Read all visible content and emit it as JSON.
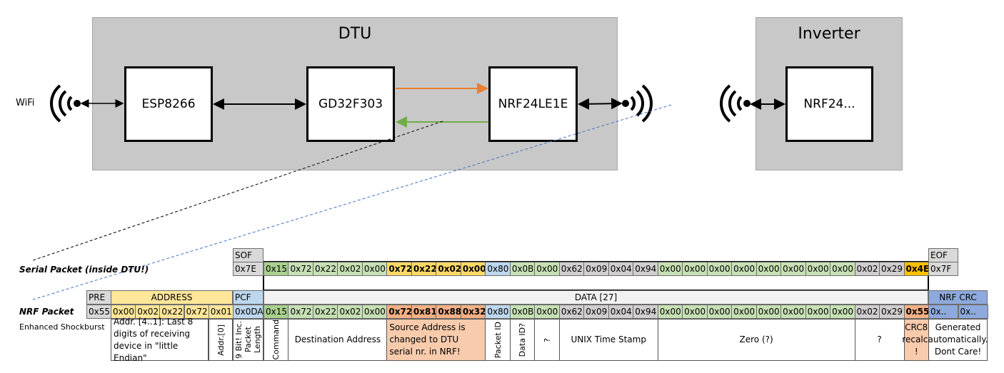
{
  "top": {
    "wifi_label": "WiFi",
    "dtu": {
      "title": "DTU",
      "esp": "ESP8266",
      "gd": "GD32F303",
      "nrf": "NRF24LE1E"
    },
    "inverter": {
      "title": "Inverter",
      "nrf": "NRF24..."
    }
  },
  "colors": {
    "green": "#c6e0b4",
    "dkgreen": "#a9d08e",
    "yellow": "#ffe699",
    "gold": "#ffd966",
    "amber": "#ffc000",
    "blue": "#bdd7ee",
    "gray": "#d0cece",
    "orange": "#f4b084",
    "peach": "#f8cbad",
    "crc": "#8eaadc",
    "lgray": "#d9d9d9",
    "header": "#f2f2f2",
    "tx_arrow": "#ed7d31",
    "rx_arrow": "#70ad47",
    "link_dash": "#4472c4"
  },
  "serial": {
    "label": "Serial Packet (inside DTU!)",
    "sof": {
      "header": "SOF",
      "value": "0x7E"
    },
    "eof": {
      "header": "EOF",
      "value": "0x7F"
    },
    "bytes": [
      {
        "v": "0x15",
        "c": "dkgreen"
      },
      {
        "v": "0x72",
        "c": "green"
      },
      {
        "v": "0x22",
        "c": "green"
      },
      {
        "v": "0x02",
        "c": "green"
      },
      {
        "v": "0x00",
        "c": "green"
      },
      {
        "v": "0x72",
        "c": "gold",
        "b": true
      },
      {
        "v": "0x22",
        "c": "gold",
        "b": true
      },
      {
        "v": "0x02",
        "c": "gold",
        "b": true
      },
      {
        "v": "0x00",
        "c": "gold",
        "b": true
      },
      {
        "v": "0x80",
        "c": "blue"
      },
      {
        "v": "0x0B",
        "c": "green"
      },
      {
        "v": "0x00",
        "c": "green"
      },
      {
        "v": "0x62",
        "c": "gray"
      },
      {
        "v": "0x09",
        "c": "gray"
      },
      {
        "v": "0x04",
        "c": "gray"
      },
      {
        "v": "0x94",
        "c": "gray"
      },
      {
        "v": "0x00",
        "c": "green"
      },
      {
        "v": "0x00",
        "c": "green"
      },
      {
        "v": "0x00",
        "c": "green"
      },
      {
        "v": "0x00",
        "c": "green"
      },
      {
        "v": "0x00",
        "c": "green"
      },
      {
        "v": "0x00",
        "c": "green"
      },
      {
        "v": "0x00",
        "c": "green"
      },
      {
        "v": "0x00",
        "c": "green"
      },
      {
        "v": "0x02",
        "c": "gray"
      },
      {
        "v": "0x29",
        "c": "gray"
      },
      {
        "v": "0x4E",
        "c": "amber",
        "b": true
      }
    ]
  },
  "nrf": {
    "label": "NRF Packet",
    "sublabel": "Enhanced Shockburst",
    "pre": {
      "header": "PRE",
      "value": "0x55"
    },
    "address": {
      "header": "ADDRESS",
      "values": [
        "0x00",
        "0x02",
        "0x22",
        "0x72",
        "0x01"
      ]
    },
    "pcf": {
      "header": "PCF",
      "value": "0x0DA"
    },
    "data_header": "DATA [27]",
    "crc": {
      "header": "NRF CRC",
      "values": [
        "0x..",
        "0x.."
      ]
    },
    "bytes": [
      {
        "v": "0x15",
        "c": "dkgreen"
      },
      {
        "v": "0x72",
        "c": "green"
      },
      {
        "v": "0x22",
        "c": "green"
      },
      {
        "v": "0x02",
        "c": "green"
      },
      {
        "v": "0x00",
        "c": "green"
      },
      {
        "v": "0x72",
        "c": "orange",
        "b": true
      },
      {
        "v": "0x81",
        "c": "orange",
        "b": true
      },
      {
        "v": "0x88",
        "c": "orange",
        "b": true
      },
      {
        "v": "0x32",
        "c": "orange",
        "b": true
      },
      {
        "v": "0x80",
        "c": "blue"
      },
      {
        "v": "0x0B",
        "c": "green"
      },
      {
        "v": "0x00",
        "c": "green"
      },
      {
        "v": "0x62",
        "c": "gray"
      },
      {
        "v": "0x09",
        "c": "gray"
      },
      {
        "v": "0x04",
        "c": "gray"
      },
      {
        "v": "0x94",
        "c": "gray"
      },
      {
        "v": "0x00",
        "c": "green"
      },
      {
        "v": "0x00",
        "c": "green"
      },
      {
        "v": "0x00",
        "c": "green"
      },
      {
        "v": "0x00",
        "c": "green"
      },
      {
        "v": "0x00",
        "c": "green"
      },
      {
        "v": "0x00",
        "c": "green"
      },
      {
        "v": "0x00",
        "c": "green"
      },
      {
        "v": "0x00",
        "c": "green"
      },
      {
        "v": "0x02",
        "c": "gray"
      },
      {
        "v": "0x29",
        "c": "gray"
      },
      {
        "v": "0x55",
        "c": "orange",
        "b": true
      }
    ],
    "addr_desc": "Addr. [4..1]: Last 8 digits of receiving device in \"little Endian\"",
    "addr0_desc": "Addr.[0]",
    "pcf_desc": "9 Bit! Inc. Packet Length",
    "crc_desc": "Generated automatically. Dont Care!",
    "data_desc": [
      {
        "t": "Command",
        "from": 0,
        "to": 0,
        "rot": true
      },
      {
        "t": "Destination Address",
        "from": 1,
        "to": 4
      },
      {
        "t": "Source Address is changed to DTU serial nr. in NRF!",
        "from": 5,
        "to": 8,
        "c": "peach",
        "left": true
      },
      {
        "t": "Packet ID",
        "from": 9,
        "to": 9,
        "rot": true
      },
      {
        "t": "Data ID?",
        "from": 10,
        "to": 10,
        "rot": true
      },
      {
        "t": "?",
        "from": 11,
        "to": 11,
        "rot": true
      },
      {
        "t": "UNIX Time Stamp",
        "from": 12,
        "to": 15
      },
      {
        "t": "Zero (?)",
        "from": 16,
        "to": 23
      },
      {
        "t": "?",
        "from": 24,
        "to": 25
      },
      {
        "t": "CRC8 recalc. !",
        "from": 26,
        "to": 26,
        "c": "peach"
      }
    ]
  }
}
